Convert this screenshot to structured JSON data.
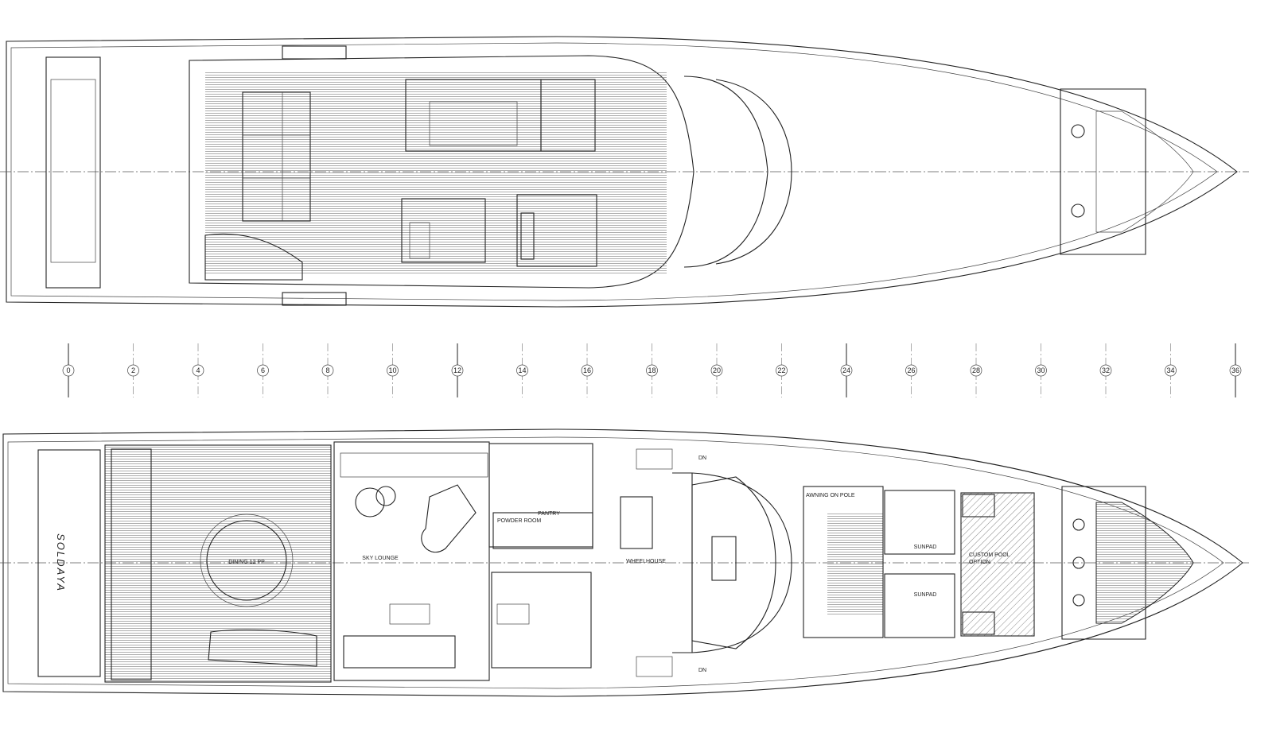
{
  "drawing": {
    "upper_plan": {},
    "lower_plan": {
      "hull_name": "SOLDAYA",
      "rooms": {
        "dining": "DINING 12 PP",
        "sky_lounge": "SKY LOUNGE",
        "pantry": "PANTRY",
        "powder_room": "POWDER ROOM",
        "wheelhouse": "WHEELHOUSE",
        "awning": "AWNING ON POLE",
        "sunpad_port": "SUNPAD",
        "sunpad_stbd": "SUNPAD",
        "pool_line1": "CUSTOM POOL",
        "pool_line2": "OPTION",
        "stair_dn_port": "DN",
        "stair_dn_stbd": "DN"
      }
    },
    "frame_ruler": [
      "0",
      "2",
      "4",
      "6",
      "8",
      "10",
      "12",
      "14",
      "16",
      "18",
      "20",
      "22",
      "24",
      "26",
      "28",
      "30",
      "32",
      "34",
      "36"
    ]
  }
}
